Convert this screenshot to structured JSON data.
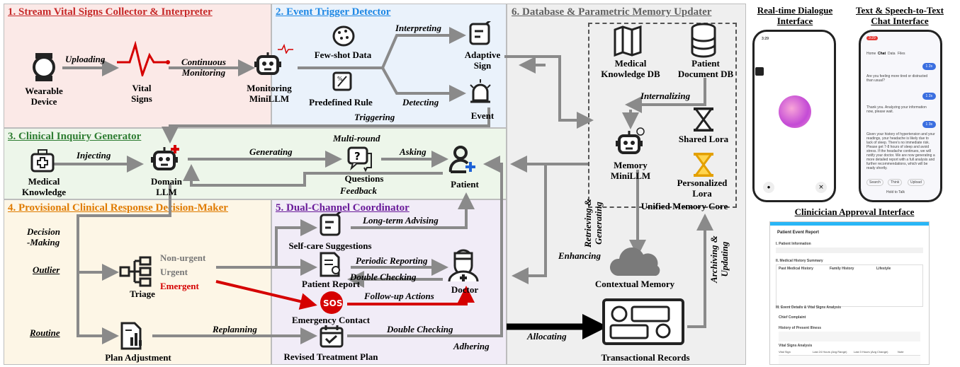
{
  "panels": {
    "p1": "1. Stream Vital Signs Collector & Interpreter",
    "p2": "2. Event Trigger Detector",
    "p3": "3. Clinical Inquiry Generator",
    "p4": "4. Provisional Clinical Response Decision-Maker",
    "p5": "5. Dual-Channel Coordinator",
    "p6": "6. Database & Parametric Memory Updater"
  },
  "nodes": {
    "wearable": [
      "Wearable",
      "Device"
    ],
    "vital": [
      "Vital",
      "Signs"
    ],
    "monitoring": [
      "Monitoring",
      "MiniLLM"
    ],
    "fewshot": "Few-shot Data",
    "rule": "Predefined Rule",
    "adaptive": [
      "Adaptive",
      "Sign"
    ],
    "event": "Event",
    "medknow": [
      "Medical",
      "Knowledge"
    ],
    "domain": [
      "Domain",
      "LLM"
    ],
    "questions": "Questions",
    "patient": "Patient",
    "triage": "Triage",
    "nonurgent": "Non-urgent",
    "urgent": "Urgent",
    "emergent": "Emergent",
    "plan_adj": "Plan Adjustment",
    "selfcare": "Self-care Suggestions",
    "report": "Patient Report",
    "emergency": "Emergency Contact",
    "revised": "Revised Treatment Plan",
    "doctor": "Doctor",
    "medkdb": [
      "Medical",
      "Knowledge DB"
    ],
    "patdb": [
      "Patient",
      "Document DB"
    ],
    "memory": [
      "Memory",
      "MiniLLM"
    ],
    "sharedlora": "Shared Lora",
    "perslora": [
      "Personalized",
      "Lora"
    ],
    "umc": "Unified Memory Core",
    "contextual": "Contextual Memory",
    "transactional": "Transactional Records",
    "sos": "SOS"
  },
  "edges": {
    "uploading": "Uploading",
    "continuous": [
      "Continuous",
      "Monitoring"
    ],
    "interpreting": "Interpreting",
    "detecting": "Detecting",
    "triggering": "Triggering",
    "injecting": "Injecting",
    "generating": "Generating",
    "multiround": "Multi-round",
    "asking": "Asking",
    "feedback": "Feedback",
    "decision": [
      "Decision",
      "-Making"
    ],
    "outlier": "Outlier",
    "routine": "Routine",
    "replanning": "Replanning",
    "longterm": "Long-term Advising",
    "periodic": "Periodic Reporting",
    "doublecheck1": "Double Checking",
    "followup": "Follow-up Actions",
    "doublecheck2": "Double Checking",
    "adhering": "Adhering",
    "internalizing": "Internalizing",
    "retrieving": [
      "Retrieving &",
      "Generating"
    ],
    "enhancing": "Enhancing",
    "allocating": "Allocating",
    "archiving": [
      "Archiving &",
      "Updating"
    ]
  },
  "interfaces": {
    "realtime": [
      "Real-time Dialogue",
      "Interface"
    ],
    "textspeech": [
      "Text & Speech-to-Text",
      "Chat Interface"
    ],
    "approval": "Clinicician Approval Interface",
    "phone1_time": "3:29",
    "phone2_time": "3:29",
    "chat_tabs": [
      "Home",
      "Chat",
      "Data",
      "Files"
    ],
    "chat_msgs": [
      "Are you feeling more tired or distracted than usual?",
      "Thank you. Analyzing your information now, please wait.",
      "Given your history of hypertension and your readings, your headache is likely due to lack of sleep. There's no immediate risk. Please get 7-8 hours of sleep and avoid stress. If the headache continues, we will notify your doctor. We are now generating a more detailed report with a full analysis and further recommendations, which will be ready shortly."
    ],
    "chat_bubbles": [
      "1 2s",
      "1 2s",
      "1 3s"
    ],
    "chat_bottom": [
      "Search",
      "Think",
      "Upload"
    ],
    "hold_to_talk": "Hold to Talk",
    "report_title": "Patient Event Report",
    "report_sections": [
      "I. Patient Information",
      "II. Medical History Summary",
      "III. Event Details & Vital Signs Analysis"
    ],
    "report_cols": [
      "Past Medical History",
      "Family History",
      "Lifestyle"
    ],
    "report_sub": [
      "Chief Complaint",
      "History of Present Illness",
      "Vital Signs Analysis"
    ],
    "vital_headers": [
      "Vital Sign",
      "Last 24 Hours (Avg Range)",
      "Last 3 Hours (Avg Change)",
      "Note"
    ]
  },
  "colors": {
    "p1": "#fbe9e7",
    "p2": "#eaf2fb",
    "p3": "#edf6ea",
    "p4": "#fdf6e6",
    "p5": "#f1ecf7",
    "p6": "#efefef",
    "t1": "#c62828",
    "t2": "#1e88e5",
    "t3": "#2e7d32",
    "t4": "#e07b00",
    "t5": "#6a1b9a",
    "t6": "#616161",
    "arrow": "#8a8a8a",
    "red": "#d50000",
    "plus": "#1e63d6"
  }
}
